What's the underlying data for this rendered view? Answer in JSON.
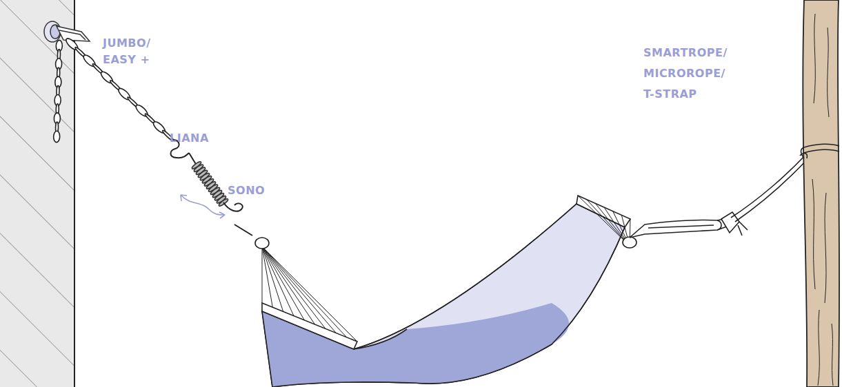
{
  "diagram": {
    "labels": [
      "JUMBO/ EASY +",
      "LIANA",
      "SONO",
      "SMARTROPE/ MICROROPE/ T-STRAP"
    ]
  }
}
